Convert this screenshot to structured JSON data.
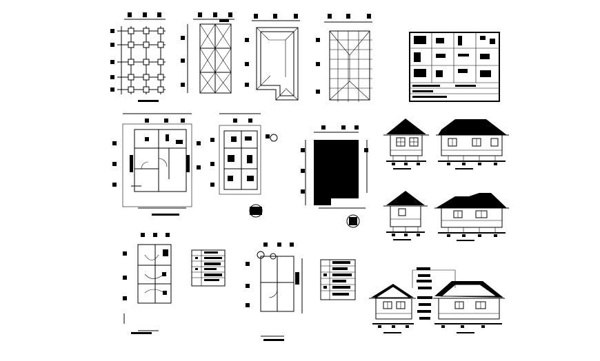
{
  "drawing_set": {
    "panels": [
      {
        "id": "foundation-plan",
        "kind": "plan"
      },
      {
        "id": "beam-plan",
        "kind": "plan"
      },
      {
        "id": "roof-outline-plan",
        "kind": "plan"
      },
      {
        "id": "roof-framing-plan",
        "kind": "plan"
      },
      {
        "id": "detail-sheet",
        "kind": "sheet"
      },
      {
        "id": "ground-floor-plan",
        "kind": "plan"
      },
      {
        "id": "dimensioned-floor-plan",
        "kind": "plan"
      },
      {
        "id": "roof-hatch-plan",
        "kind": "plan"
      },
      {
        "id": "front-elevation",
        "kind": "elevation"
      },
      {
        "id": "side-elevation-a",
        "kind": "elevation"
      },
      {
        "id": "rear-elevation",
        "kind": "elevation"
      },
      {
        "id": "side-elevation-b",
        "kind": "elevation"
      },
      {
        "id": "electrical-plan",
        "kind": "plan"
      },
      {
        "id": "electrical-legend",
        "kind": "legend"
      },
      {
        "id": "plumbing-plan",
        "kind": "plan"
      },
      {
        "id": "plumbing-legend",
        "kind": "legend"
      },
      {
        "id": "section-elevation",
        "kind": "section"
      }
    ]
  }
}
